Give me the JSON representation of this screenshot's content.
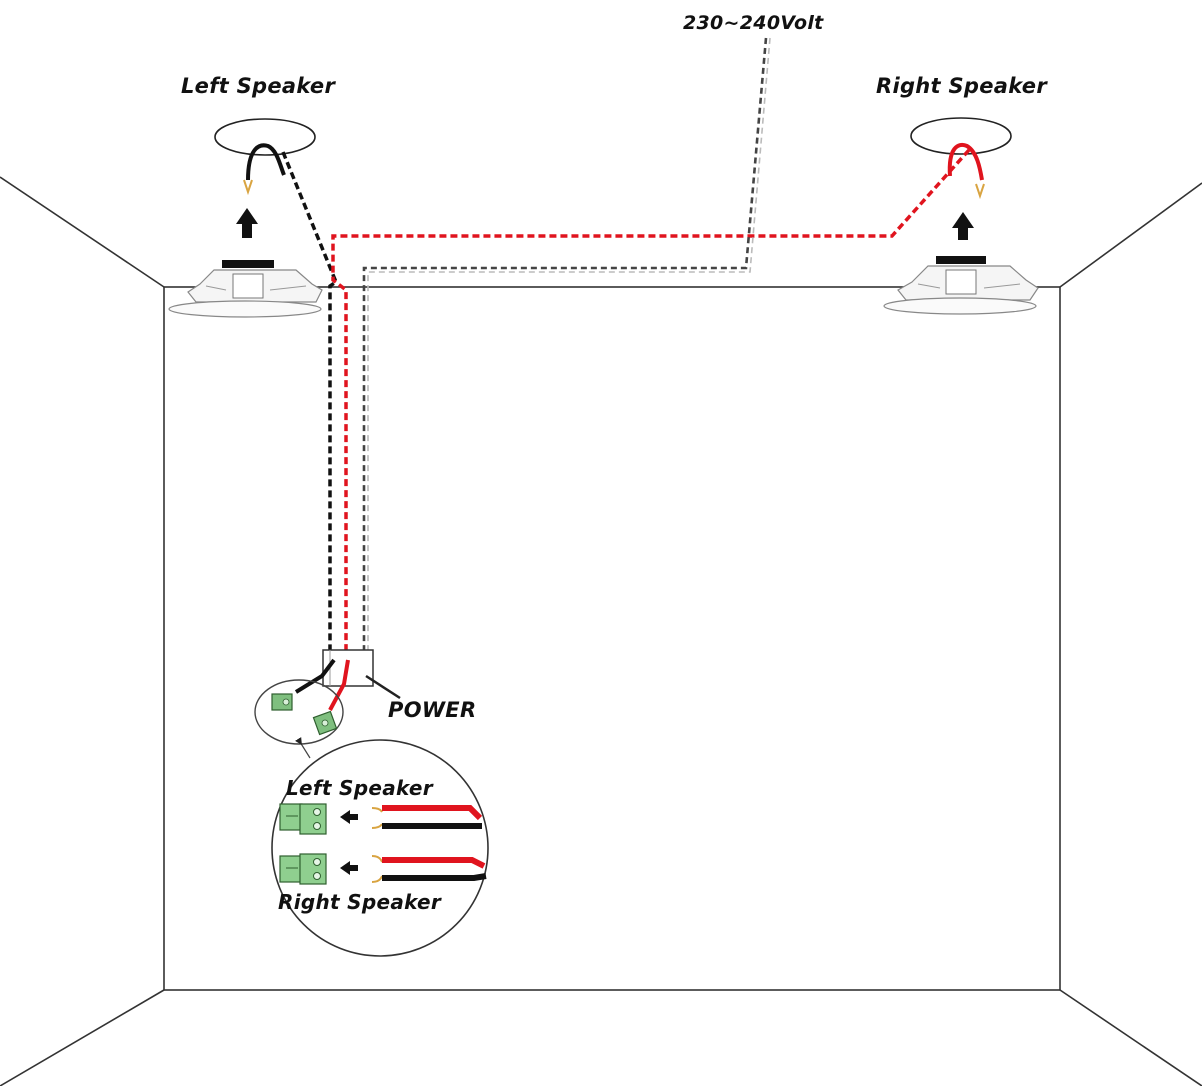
{
  "labels": {
    "voltage": "230~240Volt",
    "left_speaker": "Left Speaker",
    "right_speaker": "Right Speaker",
    "power": "POWER",
    "inset_left_speaker": "Left Speaker",
    "inset_right_speaker": "Right Speaker"
  },
  "colors": {
    "wire_red": "#e0141e",
    "wire_black": "#111111",
    "wire_power_gray": "#555555",
    "terminal_green": "#7fbf7f",
    "lines": "#333333"
  }
}
